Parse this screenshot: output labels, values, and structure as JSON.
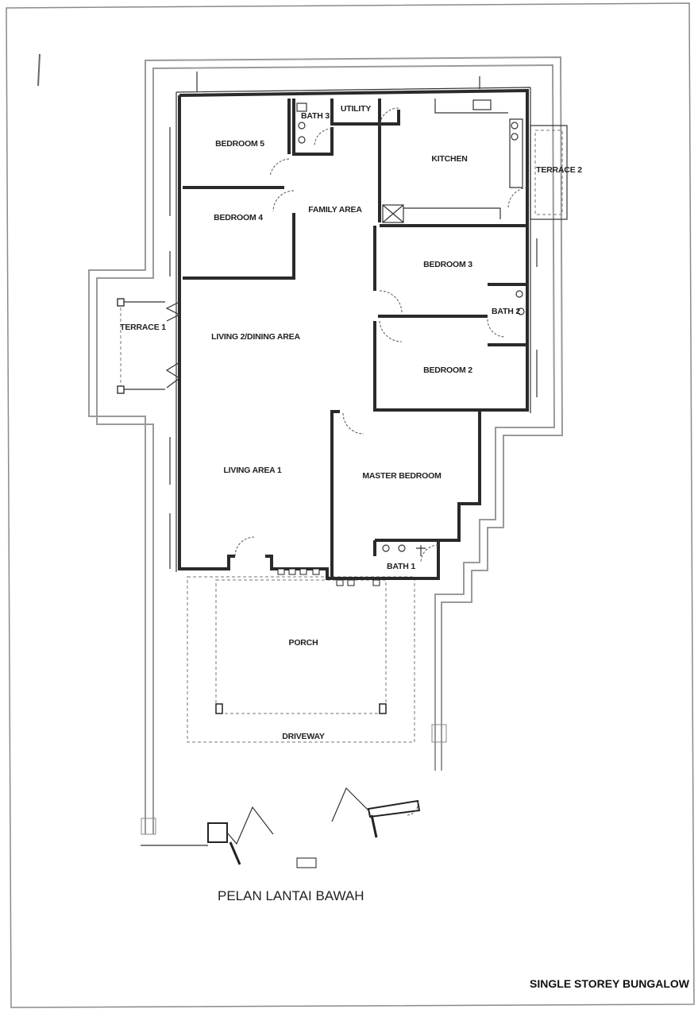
{
  "drawing": {
    "plan_title": "PELAN LANTAI BAWAH",
    "sheet_title": "SINGLE STOREY BUNGALOW"
  },
  "rooms": {
    "bedroom5": "BEDROOM 5",
    "bath3": "BATH 3",
    "utility": "UTILITY",
    "kitchen": "KITCHEN",
    "terrace2": "TERRACE 2",
    "bedroom4": "BEDROOM 4",
    "family_area": "FAMILY AREA",
    "bedroom3": "BEDROOM 3",
    "bath2": "BATH 2",
    "terrace1": "TERRACE 1",
    "living2_dining": "LIVING 2/DINING AREA",
    "bedroom2": "BEDROOM 2",
    "living1": "LIVING AREA 1",
    "master_bedroom": "MASTER BEDROOM",
    "bath1": "BATH 1",
    "porch": "PORCH",
    "driveway": "DRIVEWAY"
  }
}
